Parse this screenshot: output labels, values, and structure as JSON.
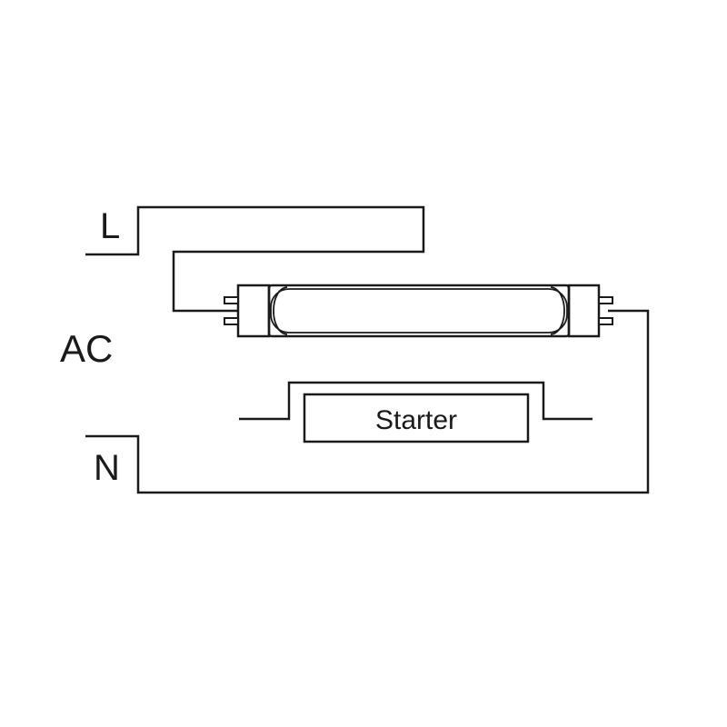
{
  "diagram": {
    "terminals": {
      "line": "L",
      "neutral": "N",
      "source": "AC"
    },
    "starter": {
      "label": "Starter"
    },
    "colors": {
      "stroke": "#1a1a1a",
      "background": "#ffffff"
    }
  }
}
